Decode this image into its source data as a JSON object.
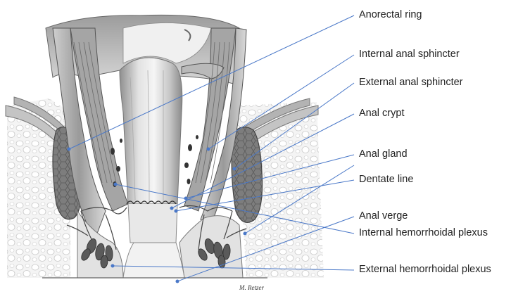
{
  "labels": {
    "anorectal_ring": "Anorectal ring",
    "internal_anal_sphincter": "Internal anal sphincter",
    "external_anal_sphincter": "External anal sphincter",
    "anal_crypt": "Anal crypt",
    "anal_gland": "Anal gland",
    "dentate_line": "Dentate line",
    "anal_verge": "Anal verge",
    "internal_hemorrhoidal_plexus": "Internal hemorrhoidal plexus",
    "external_hemorrhoidal_plexus": "External hemorrhoidal plexus"
  },
  "signature": "M. Retzer",
  "colors": {
    "leader_line": "#4a78c8",
    "tissue": "#d6d6d6",
    "muscle": "#8a8a8a",
    "fat_background": "#efefef"
  }
}
